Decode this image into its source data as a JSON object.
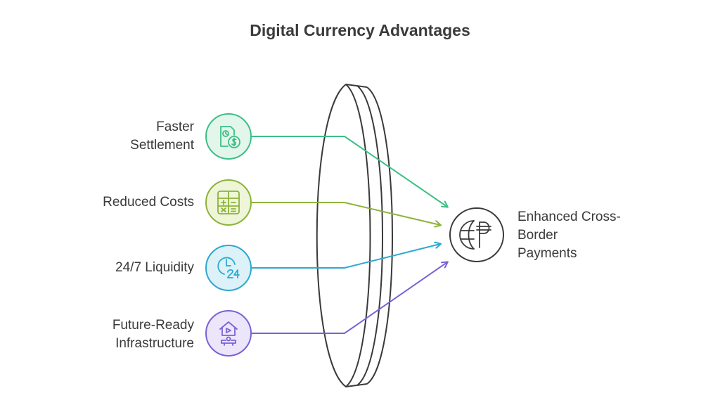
{
  "title": "Digital Currency Advantages",
  "inputs": [
    {
      "label": "Faster\nSettlement",
      "icon": "document-dollar-icon",
      "color": "#3dbf84"
    },
    {
      "label": "Reduced Costs",
      "icon": "calculator-icon",
      "color": "#8db33a"
    },
    {
      "label": "24/7 Liquidity",
      "icon": "clock-24-icon",
      "color": "#2ea8cf"
    },
    {
      "label": "Future-Ready\nInfrastructure",
      "icon": "home-presentation-icon",
      "color": "#7b61d6"
    }
  ],
  "output": {
    "label": "Enhanced Cross-\nBorder\nPayments",
    "icon": "globe-peso-icon",
    "color": "#3a3a3a"
  }
}
